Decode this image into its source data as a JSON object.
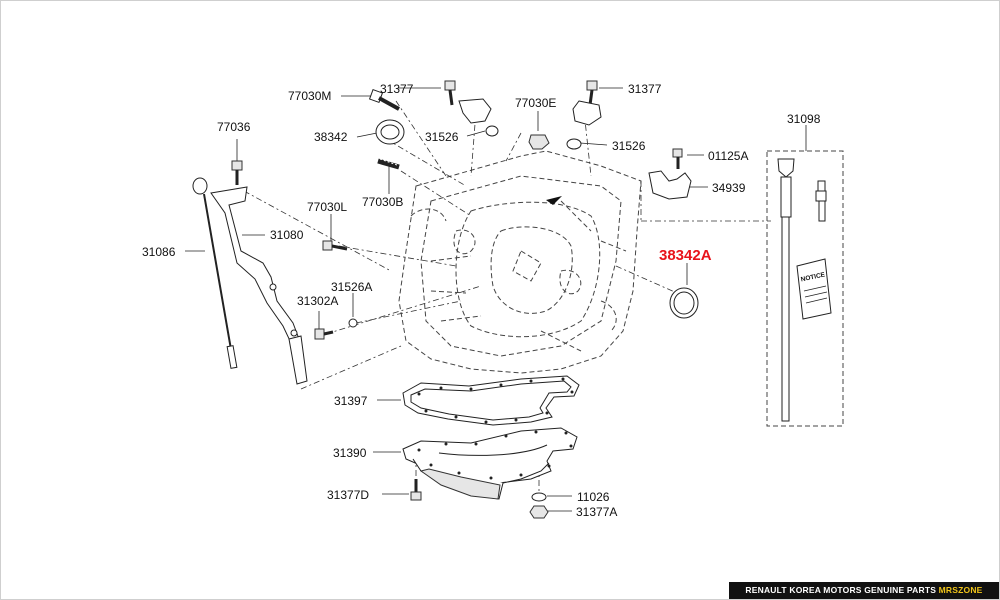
{
  "labels": {
    "p77030M": "77030M",
    "p31377_a": "31377",
    "p31377_b": "31377",
    "p77030E": "77030E",
    "p77036": "77036",
    "p38342": "38342",
    "p31526_a": "31526",
    "p31526_b": "31526",
    "p01125A": "01125A",
    "p34939": "34939",
    "p31098": "31098",
    "p77030L": "77030L",
    "p77030B": "77030B",
    "p31080": "31080",
    "p31086": "31086",
    "p38342A": "38342A",
    "p31526A": "31526A",
    "p31302A": "31302A",
    "p31397": "31397",
    "p31390": "31390",
    "p31377D": "31377D",
    "p11026": "11026",
    "p31377A": "31377A"
  },
  "notice_text": "NOTICE",
  "footer": {
    "main": "RENAULT KOREA MOTORS GENUINE PARTS",
    "brand": "MRSZONE"
  },
  "colors": {
    "highlight": "#e8141b",
    "footer_bg": "#111111",
    "footer_brand": "#f0c419"
  }
}
